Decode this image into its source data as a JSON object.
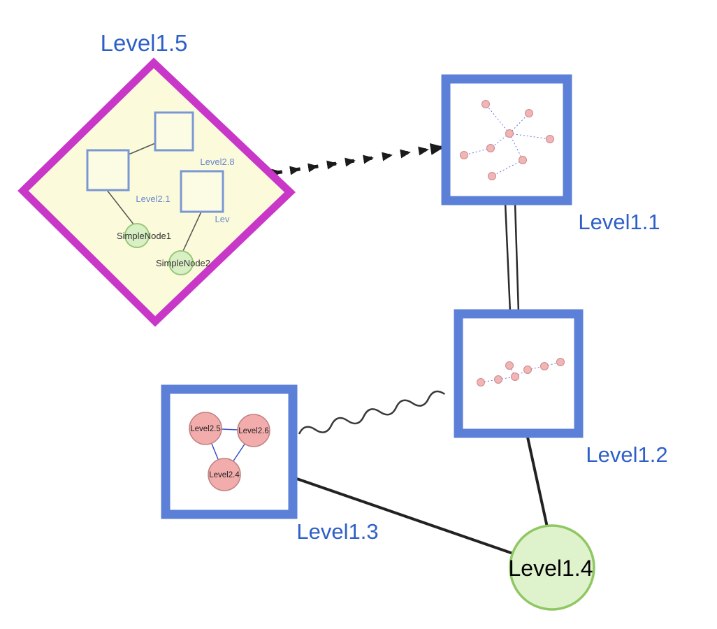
{
  "diagram": {
    "labels": {
      "level15": "Level1.5",
      "level11": "Level1.1",
      "level12": "Level1.2",
      "level13": "Level1.3",
      "level14": "Level1.4"
    },
    "level15_contents": {
      "square_labels": {
        "top": "Level2.8",
        "left": "Level2.1",
        "right": "Lev"
      },
      "simple_nodes": {
        "node1": "SimpleNode1",
        "node2": "SimpleNode2"
      }
    },
    "level13_contents": {
      "circle1": "Level2.5",
      "circle2": "Level2.6",
      "circle3": "Level2.4"
    },
    "colors": {
      "label_blue": "#2e5fc8",
      "container_border_blue": "#5c80d8",
      "diamond_magenta": "#c837c8",
      "diamond_fill": "#fbfbdc",
      "inner_square_border": "#7b97d3",
      "green_node_fill": "#d9efc4",
      "green_node_border": "#98c878",
      "level14_fill": "#def2cc",
      "level14_border": "#8fc763",
      "pink_node_fill": "#f2acac",
      "pink_node_border": "#c08080",
      "edge_dark": "#222222",
      "triangle_edge_blue": "#3a4fd0",
      "dotted_edge_blue": "#6677dd"
    }
  }
}
